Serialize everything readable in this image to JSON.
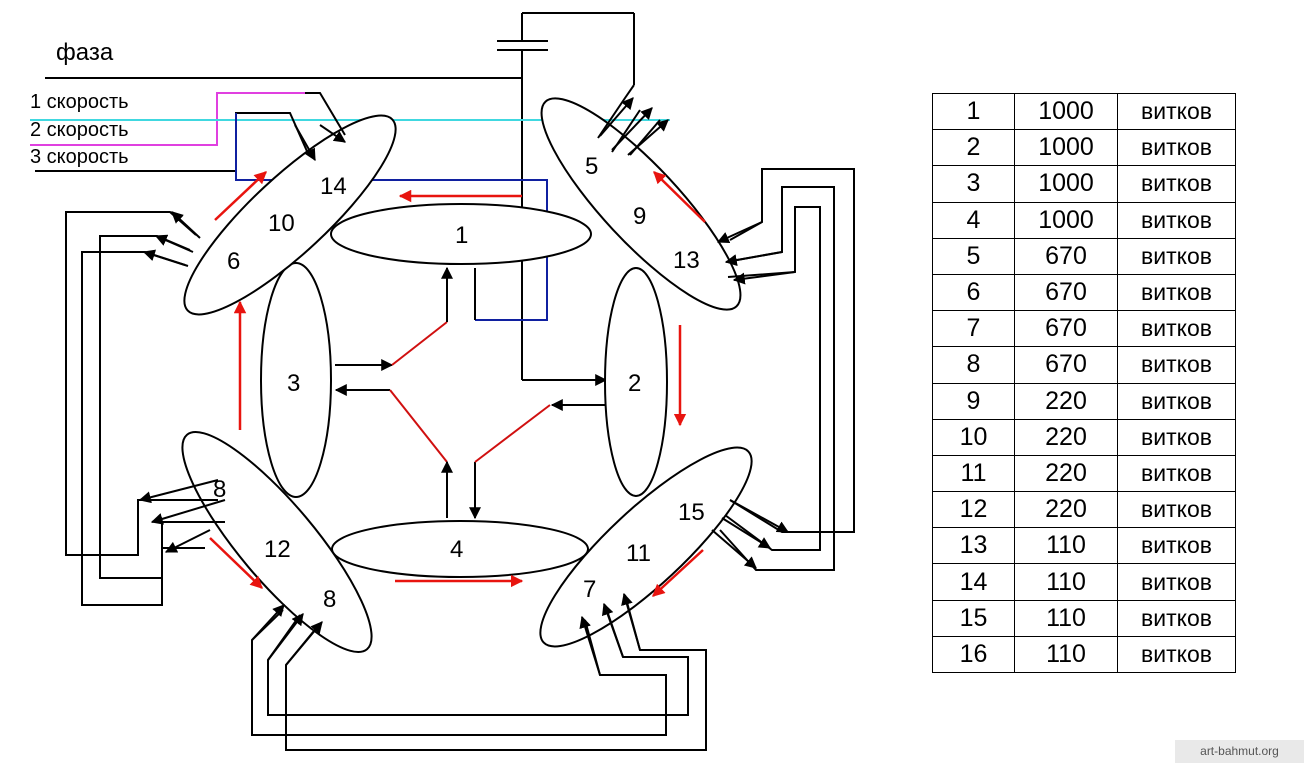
{
  "phase_label": "фаза",
  "speed_labels": [
    "1 скорость",
    "2 скорость",
    "3 скорость"
  ],
  "coil_numbers": {
    "inner_1": "1",
    "inner_2": "2",
    "inner_3": "3",
    "inner_4": "4",
    "ul_a": "14",
    "ul_b": "10",
    "ul_c": "6",
    "ur_a": "5",
    "ur_b": "9",
    "ur_c": "13",
    "ll_a": "8",
    "ll_b": "12",
    "ll_c": "8",
    "lr_a": "15",
    "lr_b": "11",
    "lr_c": "7"
  },
  "turns_table": [
    {
      "n": "1",
      "turns": "1000",
      "unit": "витков"
    },
    {
      "n": "2",
      "turns": "1000",
      "unit": "витков"
    },
    {
      "n": "3",
      "turns": "1000",
      "unit": "витков"
    },
    {
      "n": "4",
      "turns": "1000",
      "unit": "витков"
    },
    {
      "n": "5",
      "turns": "670",
      "unit": "витков"
    },
    {
      "n": "6",
      "turns": "670",
      "unit": "витков"
    },
    {
      "n": "7",
      "turns": "670",
      "unit": "витков"
    },
    {
      "n": "8",
      "turns": "670",
      "unit": "витков"
    },
    {
      "n": "9",
      "turns": "220",
      "unit": "витков"
    },
    {
      "n": "10",
      "turns": "220",
      "unit": "витков"
    },
    {
      "n": "11",
      "turns": "220",
      "unit": "витков"
    },
    {
      "n": "12",
      "turns": "220",
      "unit": "витков"
    },
    {
      "n": "13",
      "turns": "110",
      "unit": "витков"
    },
    {
      "n": "14",
      "turns": "110",
      "unit": "витков"
    },
    {
      "n": "15",
      "turns": "110",
      "unit": "витков"
    },
    {
      "n": "16",
      "turns": "110",
      "unit": "витков"
    }
  ],
  "watermark": "art-bahmut.org",
  "colors": {
    "wire": "#000000",
    "direction_arrow": "#e8140f",
    "speed1": "#e040e0",
    "speed2": "#40d8e0",
    "speed3": "#1020a0"
  }
}
